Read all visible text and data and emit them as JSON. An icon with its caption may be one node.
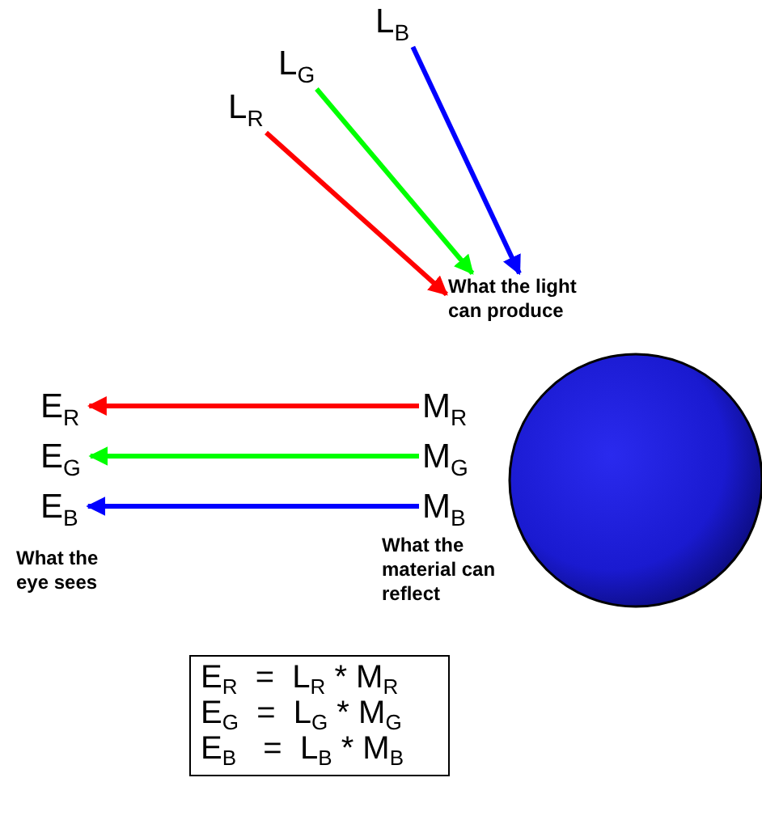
{
  "diagram": {
    "nodes": [
      {
        "text": [
          "L$_{R}$"
        ]
      },
      {
        "text": [
          "L$_{G}$"
        ]
      },
      {
        "text": [
          "L$_{B}$"
        ]
      },
      {
        "text": [
          "E$_{R}$"
        ]
      },
      {
        "text": [
          "E$_{G}$"
        ]
      },
      {
        "text": [
          "E$_{B}$"
        ]
      },
      {
        "text": [
          "M$_{R}$"
        ]
      },
      {
        "text": [
          "M$_{G}$"
        ]
      },
      {
        "text": [
          "M$_{B}$"
        ]
      },
      {
        "text": [],
        "shape": "circle"
      },
      {
        "text": [
          "E$_{R}$  =  L$_{R}$ * M$_{R}$",
          "E$_{G}$  =  L$_{G}$ * M$_{G}$",
          "E$_{B}$   =  L$_{B}$ * M$_{B}$"
        ]
      },
      {
        "text": [
          "What the light can produce"
        ]
      }
    ],
    "edges": [
      {
        "from": 0,
        "to": 11,
        "arrow": "to",
        "color": "#ff0000"
      },
      {
        "from": 1,
        "to": 11,
        "arrow": "to",
        "color": "#00ff00"
      },
      {
        "from": 2,
        "to": 11,
        "arrow": "to",
        "color": "#0000ff"
      },
      {
        "from": 6,
        "to": 3,
        "arrow": "to",
        "color": "#ff0000"
      },
      {
        "from": 7,
        "to": 4,
        "arrow": "to",
        "color": "#00ff00"
      },
      {
        "from": 8,
        "to": 5,
        "arrow": "to",
        "color": "#0000ff"
      }
    ],
    "labels": [
      "What the eye sees",
      "What the material can reflect"
    ]
  }
}
